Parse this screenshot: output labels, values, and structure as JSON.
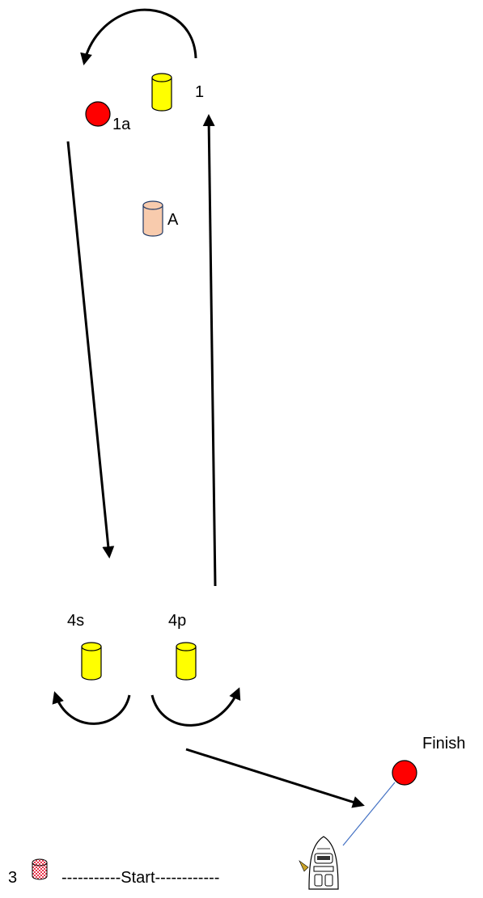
{
  "labels": {
    "mark_1": "1",
    "mark_1a": "1a",
    "mark_a": "A",
    "mark_4s": "4s",
    "mark_4p": "4p",
    "finish": "Finish",
    "mark_3": "3",
    "start_line": "-----------Start------------"
  },
  "colors": {
    "yellow_buoy": "#ffff00",
    "red_buoy": "#ff0000",
    "peach_buoy": "#f8cbad",
    "arrow": "#000000",
    "finish_line": "#4472c4",
    "checker_red": "#e8364b"
  },
  "icons": {
    "yellow_buoy": "cylinder-buoy-icon",
    "red_buoy": "ball-buoy-icon",
    "checkered_buoy": "checkered-buoy-icon",
    "boat": "boat-icon"
  }
}
